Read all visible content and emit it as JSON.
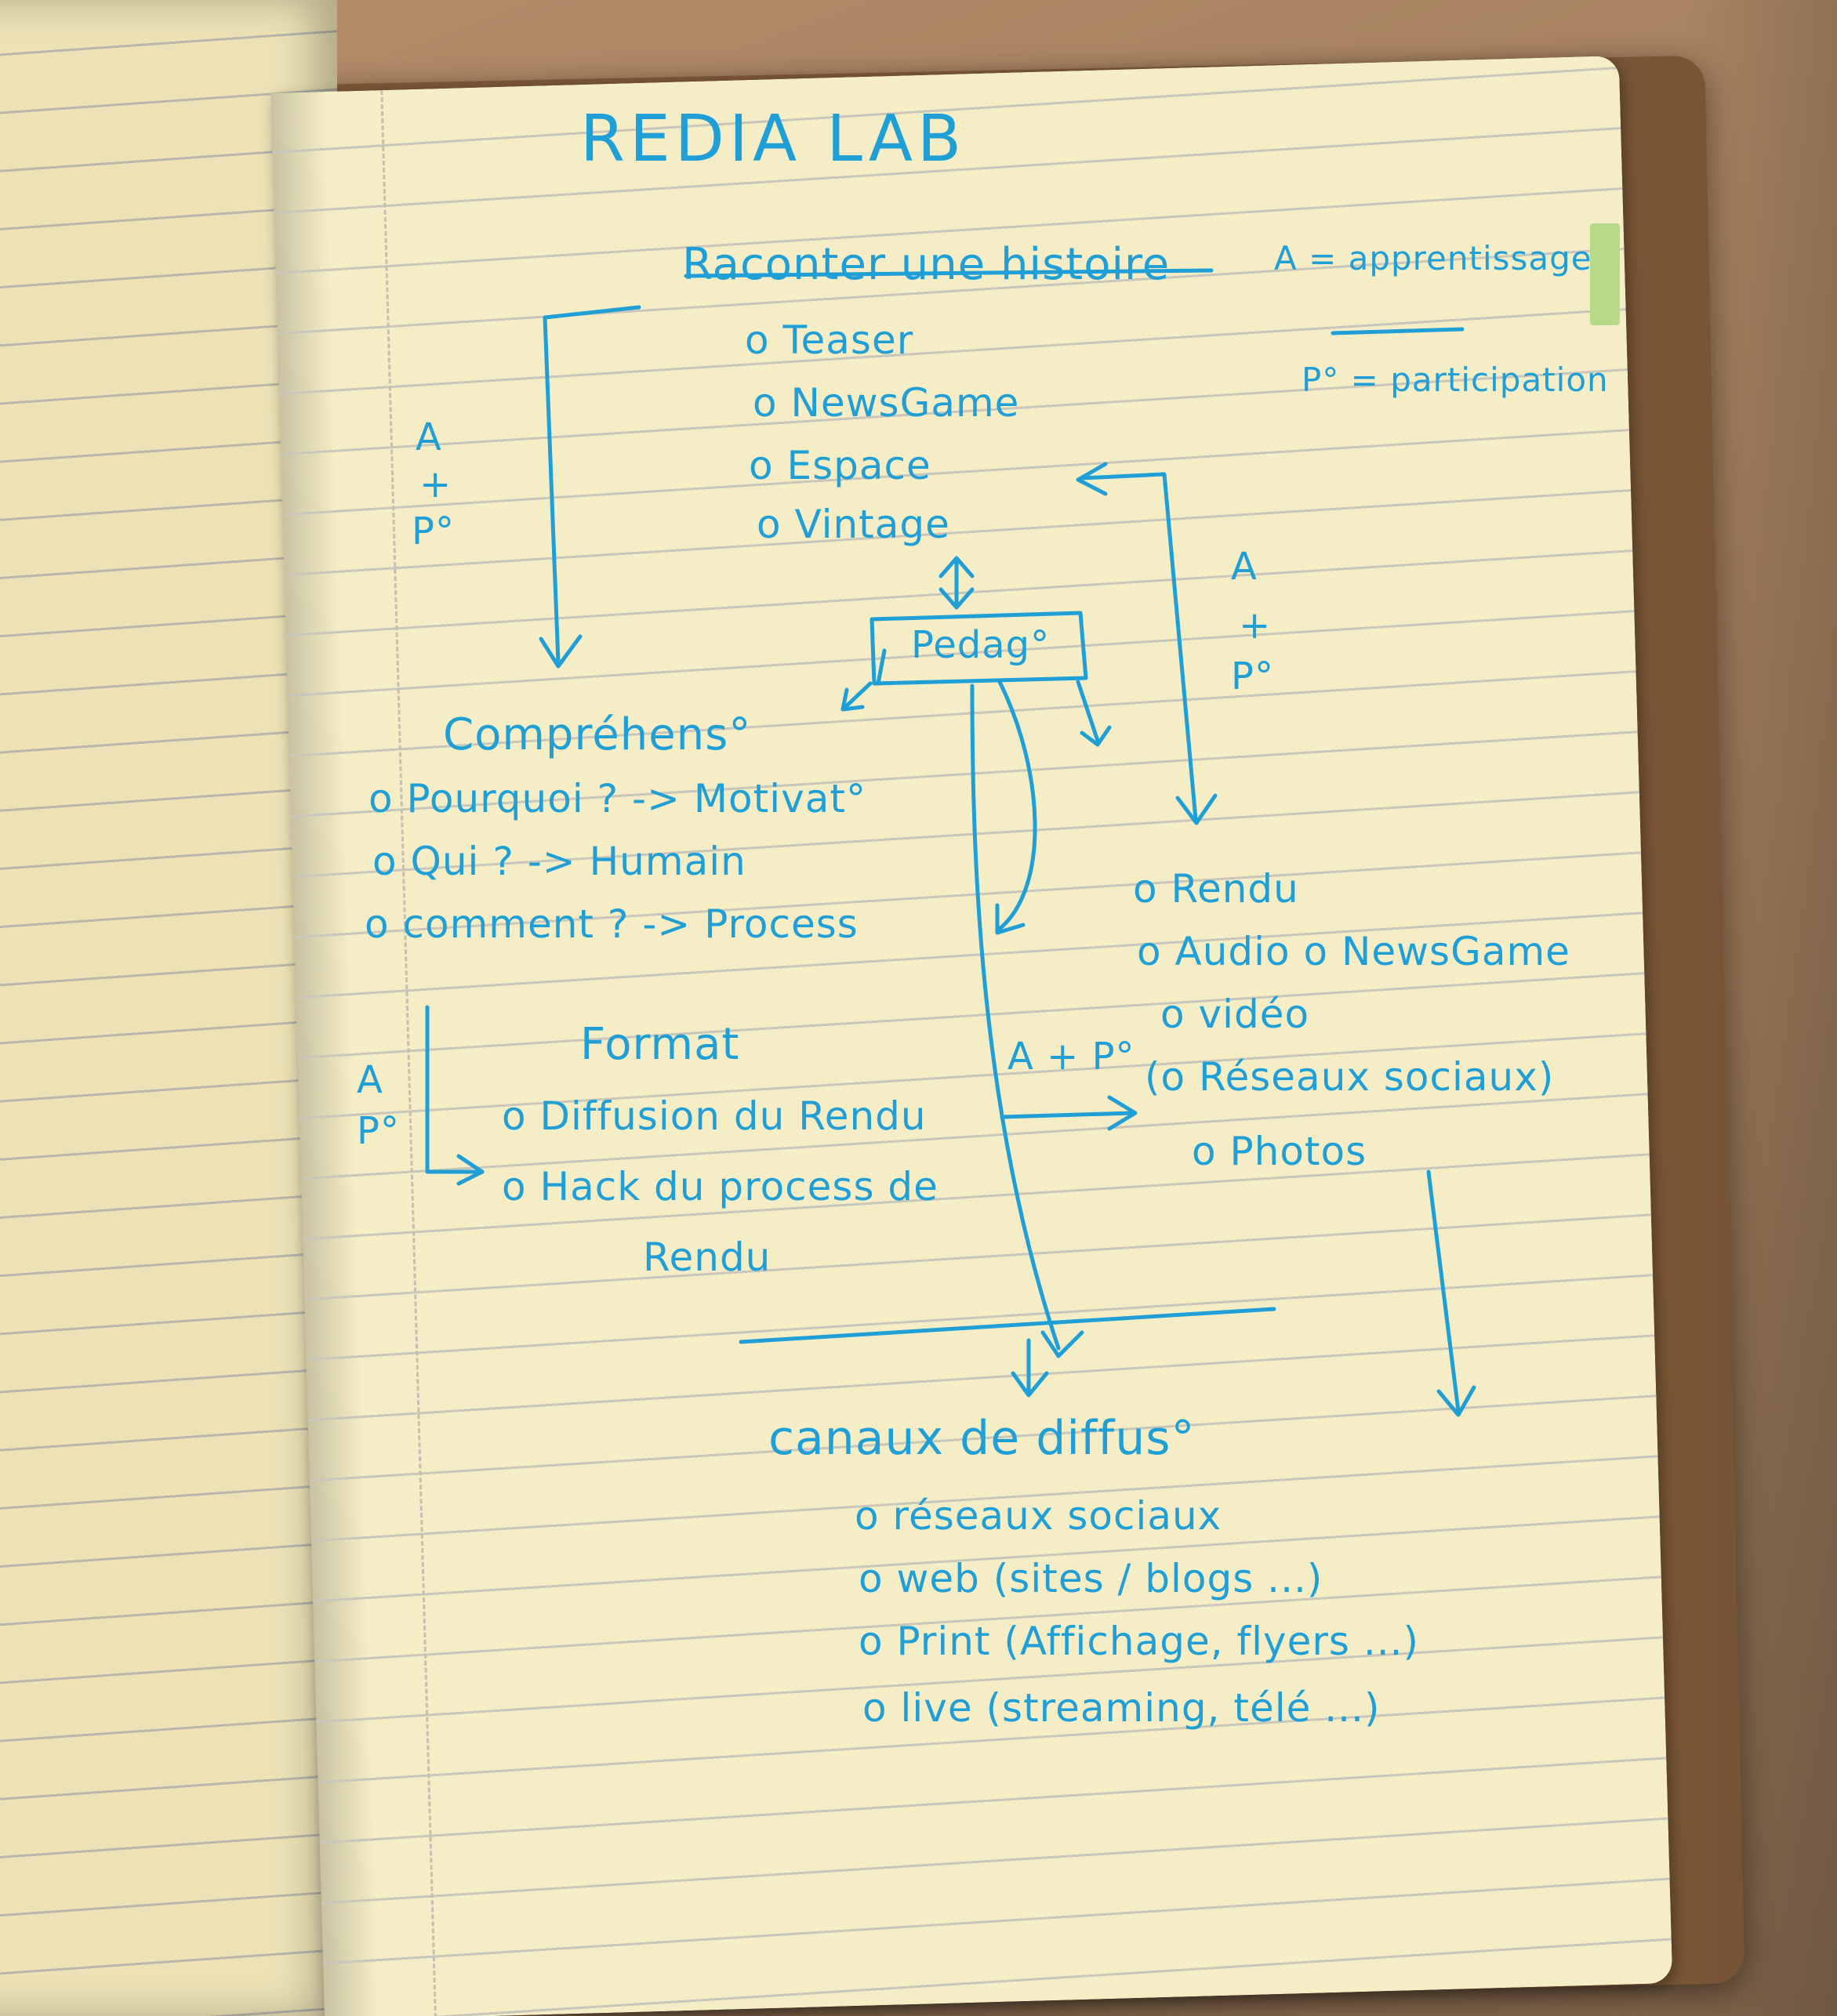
{
  "notebook": {
    "title": "REDIA LAB",
    "top_section": {
      "heading": "Raconter une histoire",
      "items": [
        "o Teaser",
        "o NewsGame",
        "o Espace",
        "o Vintage"
      ]
    },
    "legend": {
      "a_line": "A = apprentissage",
      "p_line": "P° = participation"
    },
    "center_box": "Pedag°",
    "left_label": {
      "a": "A",
      "plus": "+",
      "p": "P°"
    },
    "right_label": {
      "a": "A",
      "plus": "+",
      "p": "P°"
    },
    "comprehension": {
      "heading": "Compréhens°",
      "items": [
        "o Pourquoi ? -> Motivat°",
        "o Qui ? -> Humain",
        "o comment ? -> Process"
      ]
    },
    "rendu": {
      "items": [
        "o Rendu",
        "o Audio  o NewsGame",
        "o vidéo",
        "(o Réseaux sociaux)",
        "o Photos"
      ]
    },
    "format": {
      "heading": "Format",
      "items": [
        "o Diffusion du Rendu",
        "o Hack du process de",
        "Rendu"
      ],
      "label_a": "A",
      "label_p": "P°",
      "arrow_label": "A + P°"
    },
    "canaux": {
      "heading": "canaux de diffus°",
      "items": [
        "o réseaux sociaux",
        "o web (sites / blogs ...)",
        "o Print (Affichage, flyers ...)",
        "o live (streaming, télé ...)"
      ]
    },
    "colors": {
      "ink": "#1f9fd6",
      "paper": "#f5edc6",
      "cover": "#7a5636",
      "tab": "#b7d98a"
    }
  }
}
